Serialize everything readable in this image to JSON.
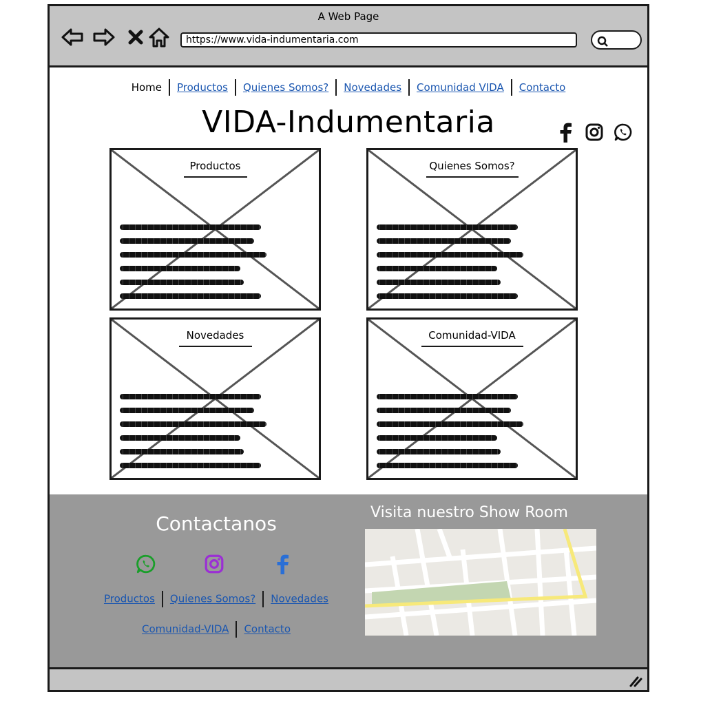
{
  "browser": {
    "window_title": "A Web Page",
    "url": "https://www.vida-indumentaria.com"
  },
  "nav": {
    "items": [
      {
        "label": "Home"
      },
      {
        "label": "Productos"
      },
      {
        "label": "Quienes Somos?"
      },
      {
        "label": "Novedades"
      },
      {
        "label": "Comunidad VIDA"
      },
      {
        "label": "Contacto"
      }
    ]
  },
  "site": {
    "title": "VIDA-Indumentaria"
  },
  "cards": [
    {
      "title": "Productos"
    },
    {
      "title": "Quienes Somos?"
    },
    {
      "title": "Novedades"
    },
    {
      "title": "Comunidad-VIDA"
    }
  ],
  "footer": {
    "contact_title": "Contactanos",
    "links_row1": [
      "Productos",
      "Quienes Somos?",
      "Novedades"
    ],
    "links_row2": [
      "Comunidad-VIDA",
      "Contacto"
    ],
    "showroom_title": "Visita nuestro Show Room"
  },
  "colors": {
    "link": "#1a56b0",
    "footer_bg": "#999999",
    "whatsapp": "#1a9e2a",
    "instagram": "#9b2fd4",
    "facebook": "#2a6fd6"
  }
}
